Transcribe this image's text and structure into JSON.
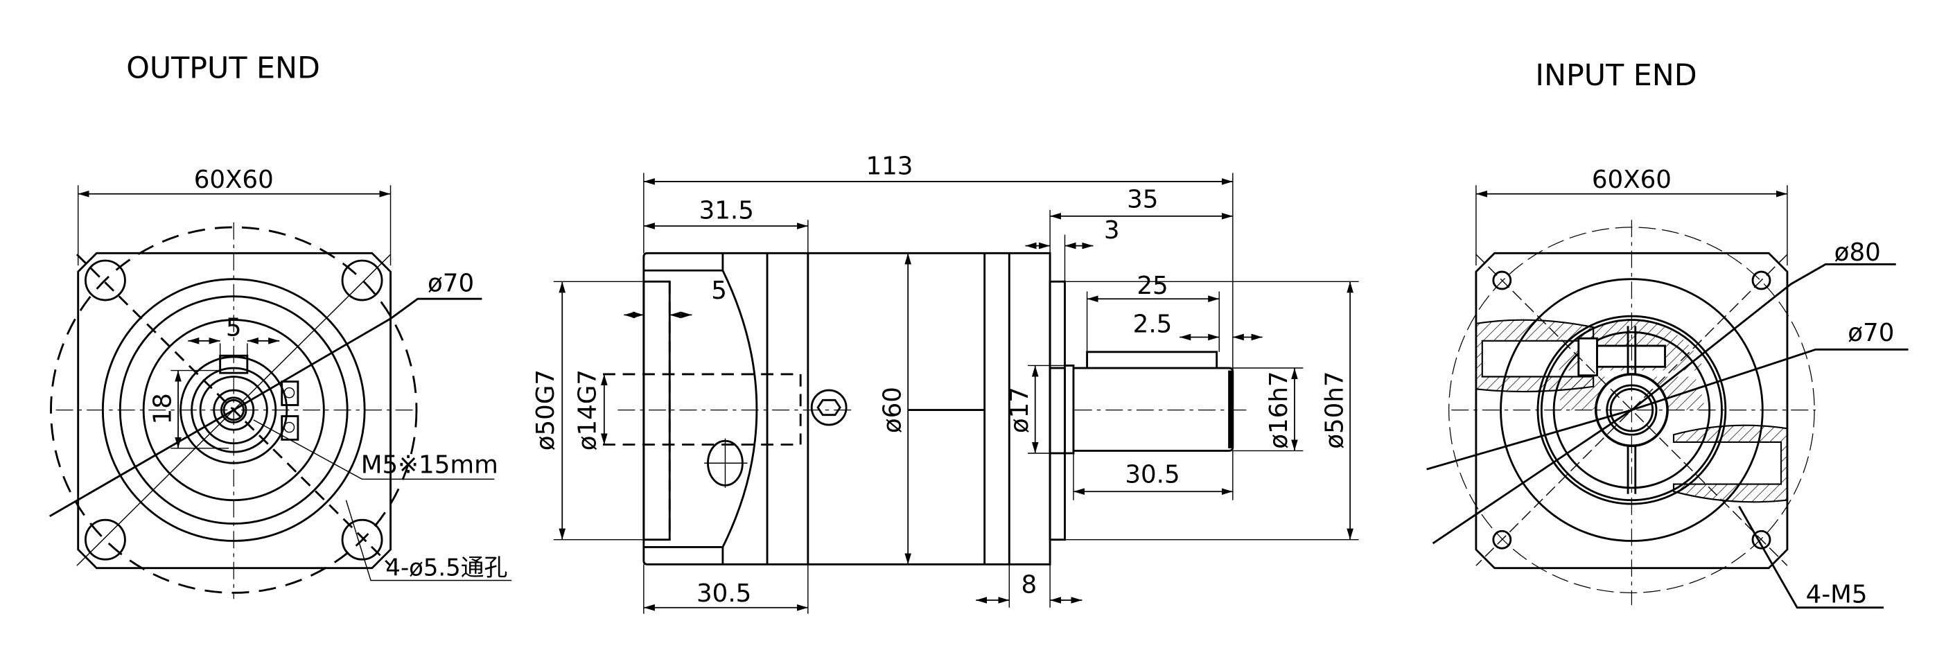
{
  "output_view": {
    "title": "OUTPUT END",
    "flange_size": "60X60",
    "pilot_diameter": "ø70",
    "key_width": "5",
    "shaft_height": "18",
    "center_thread": "M5※15mm",
    "mounting_holes": "4-ø5.5通孔"
  },
  "side_view": {
    "overall_length": "113",
    "housing_length": "31.5",
    "output_shaft_length": "35",
    "shoulder": "3",
    "key_length": "25",
    "key_offset": "2.5",
    "recess_depth": "5",
    "bore_diameter": "ø50G7",
    "input_bore": "ø14G7",
    "body_diameter": "ø60",
    "collar_diameter": "ø17",
    "shaft_diameter": "ø16h7",
    "spigot_diameter": "ø50h7",
    "shaft_extension": "30.5",
    "input_length": "30.5",
    "flange_thickness": "8"
  },
  "input_view": {
    "title": "INPUT END",
    "flange_size": "60X60",
    "pcd_outer": "ø80",
    "pcd_inner": "ø70",
    "threaded_holes": "4-M5"
  }
}
